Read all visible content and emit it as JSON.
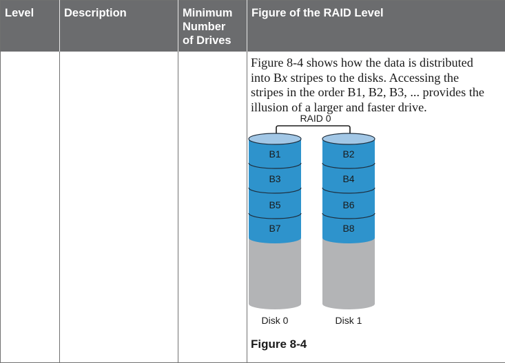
{
  "table": {
    "headers": {
      "level": "Level",
      "description": "Description",
      "min_drives": [
        "Minimum",
        "Number",
        "of Drives"
      ],
      "figure": "Figure of the RAID Level"
    },
    "row": {
      "level": "",
      "description": "",
      "min_drives": "",
      "text": {
        "line1": "Figure 8-4 shows how the data is distributed",
        "line2_pre": "into B",
        "line2_var": "x",
        "line2_post": " stripes to the disks. Accessing the",
        "line3": "stripes in the order B1, B2, B3, ... provides the",
        "line4": "illusion of a larger and faster drive."
      }
    }
  },
  "figure": {
    "raid_label": "RAID 0",
    "disks": [
      {
        "label": "Disk 0",
        "stripes": [
          "B1",
          "B3",
          "B5",
          "B7"
        ]
      },
      {
        "label": "Disk 1",
        "stripes": [
          "B2",
          "B4",
          "B6",
          "B8"
        ]
      }
    ],
    "caption": "Figure 8-4",
    "colors": {
      "stripe_fill": "#2e93cc",
      "top_fill": "#a2c7e6",
      "empty_fill": "#b3b4b6",
      "outline": "#1e2d3c",
      "header_bg": "#6b6c6e"
    }
  }
}
